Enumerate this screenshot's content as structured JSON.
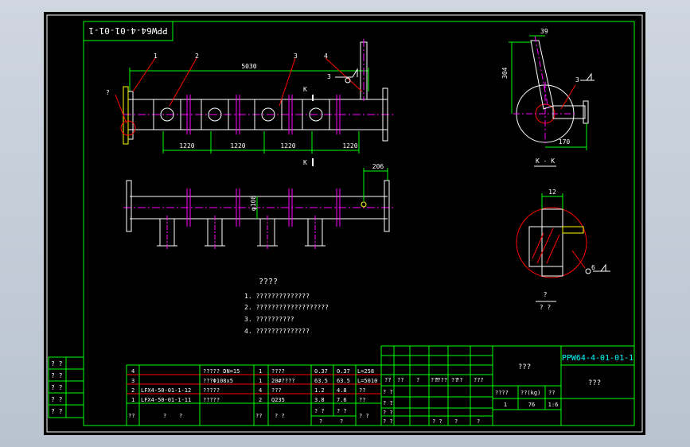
{
  "drawing": {
    "stamp_text": "PPW64-4-01-01-1",
    "title_code": "PPW64-4-01-01-1",
    "title_name": "???",
    "title_company": "???",
    "title_labels": [
      "????",
      "??(kg)",
      "??"
    ],
    "title_values": [
      "1",
      "76",
      "1:6"
    ],
    "revision_headers": [
      "??",
      "??",
      "?",
      "?",
      "??",
      "?????",
      "??",
      "???"
    ],
    "revision_rows": [
      [
        "? ?"
      ],
      [
        "? ?"
      ],
      [
        "? ?"
      ],
      [
        "? ?"
      ],
      [
        "? ?",
        "? ?",
        "?",
        "?"
      ]
    ],
    "left_margin_labels": [
      "? ?",
      "? ?",
      "? ?",
      "? ?",
      "? ?"
    ]
  },
  "dimensions": {
    "overall_length": "5030",
    "spacings": [
      "1220",
      "1220",
      "1220",
      "1220"
    ],
    "end_offset": "206",
    "pipe_dia": "φ108",
    "side_width": "39",
    "side_height": "304",
    "side_bottom": "170",
    "detail_width": "12"
  },
  "balloons": [
    "1",
    "2",
    "3",
    "4",
    "?",
    "3",
    "3",
    "6"
  ],
  "section": {
    "mark": "K",
    "label": "K - K"
  },
  "detail": {
    "label_top": "?",
    "label_bottom": "? ?"
  },
  "notes": {
    "title": "????",
    "items": [
      "1. ??????????????",
      "2. ???????????????????",
      "3. ??????????",
      "4. ??????????????"
    ]
  },
  "bom": {
    "rows": [
      [
        "4",
        "",
        "????? DN=15",
        "1",
        "????",
        "0.37",
        "0.37",
        "L=258"
      ],
      [
        "3",
        "",
        "???Φ108x5",
        "1",
        "20#????",
        "63.5",
        "63.5",
        "L=5010"
      ],
      [
        "2",
        "LFX4-50-01-1-12",
        "?????",
        "4",
        "???",
        "1.2",
        "4.8",
        "??"
      ],
      [
        "1",
        "LFX4-50-01-1-11",
        "?????",
        "2",
        "Q235",
        "3.8",
        "7.6",
        "??"
      ]
    ],
    "header": [
      "??",
      "?",
      "?",
      "??",
      "? ?",
      "? ?",
      "? ?",
      "? ?"
    ],
    "subheader": [
      "?",
      "?"
    ]
  }
}
